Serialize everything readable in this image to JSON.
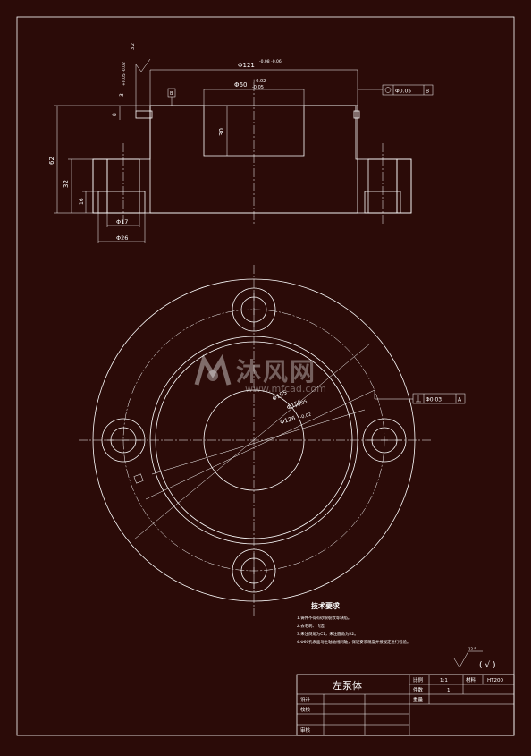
{
  "dimensions": {
    "d121": "Φ121",
    "d121_tol": "-0.08\n-0.06",
    "d60": "Φ60",
    "d60_tol_up": "+0.02",
    "d60_tol_low": "-0.05",
    "gdt_top": "Φ0.05",
    "gdt_top_datum": "B",
    "dim_3": "3",
    "dim_3_tol": "+0.05\n-0.02",
    "dim_8": "8",
    "dim_30": "30",
    "dim_62": "62",
    "dim_32": "32",
    "dim_16": "16",
    "d17": "Φ17",
    "d26": "Φ26",
    "rough_top": "3.2",
    "d156": "Φ156",
    "d156_tol": "+0.05",
    "d126": "Φ126",
    "d126_tol": "-0.02",
    "d195": "Φ195",
    "gdt_plan": "Φ0.03",
    "gdt_plan_datum": "A",
    "datum_b": "B"
  },
  "notes": {
    "title": "技术要求",
    "items": [
      "1.铸件不得有砂眼裂纹等缺陷。",
      "2.去毛刺、飞边。",
      "3.未注倒角为C1，未注圆角为R2。",
      "4.Φ60孔表面与主轴轴线同轴，保证安装精度并按规定进行检验。"
    ]
  },
  "roughness_symbol": "12.5",
  "roughness_paren": "( √ )",
  "title_block": {
    "part_name": "左泵体",
    "scale_label": "比例",
    "scale_value": "1:1",
    "qty_label": "件数",
    "qty_value": "1",
    "material_label": "材料",
    "material_value": "HT200",
    "weight_label": "重量",
    "drawn_label": "设计",
    "check_label": "校核",
    "approve_label": "审核"
  },
  "watermark": {
    "cn": "沐风网",
    "url": "www.mfcad.com"
  }
}
